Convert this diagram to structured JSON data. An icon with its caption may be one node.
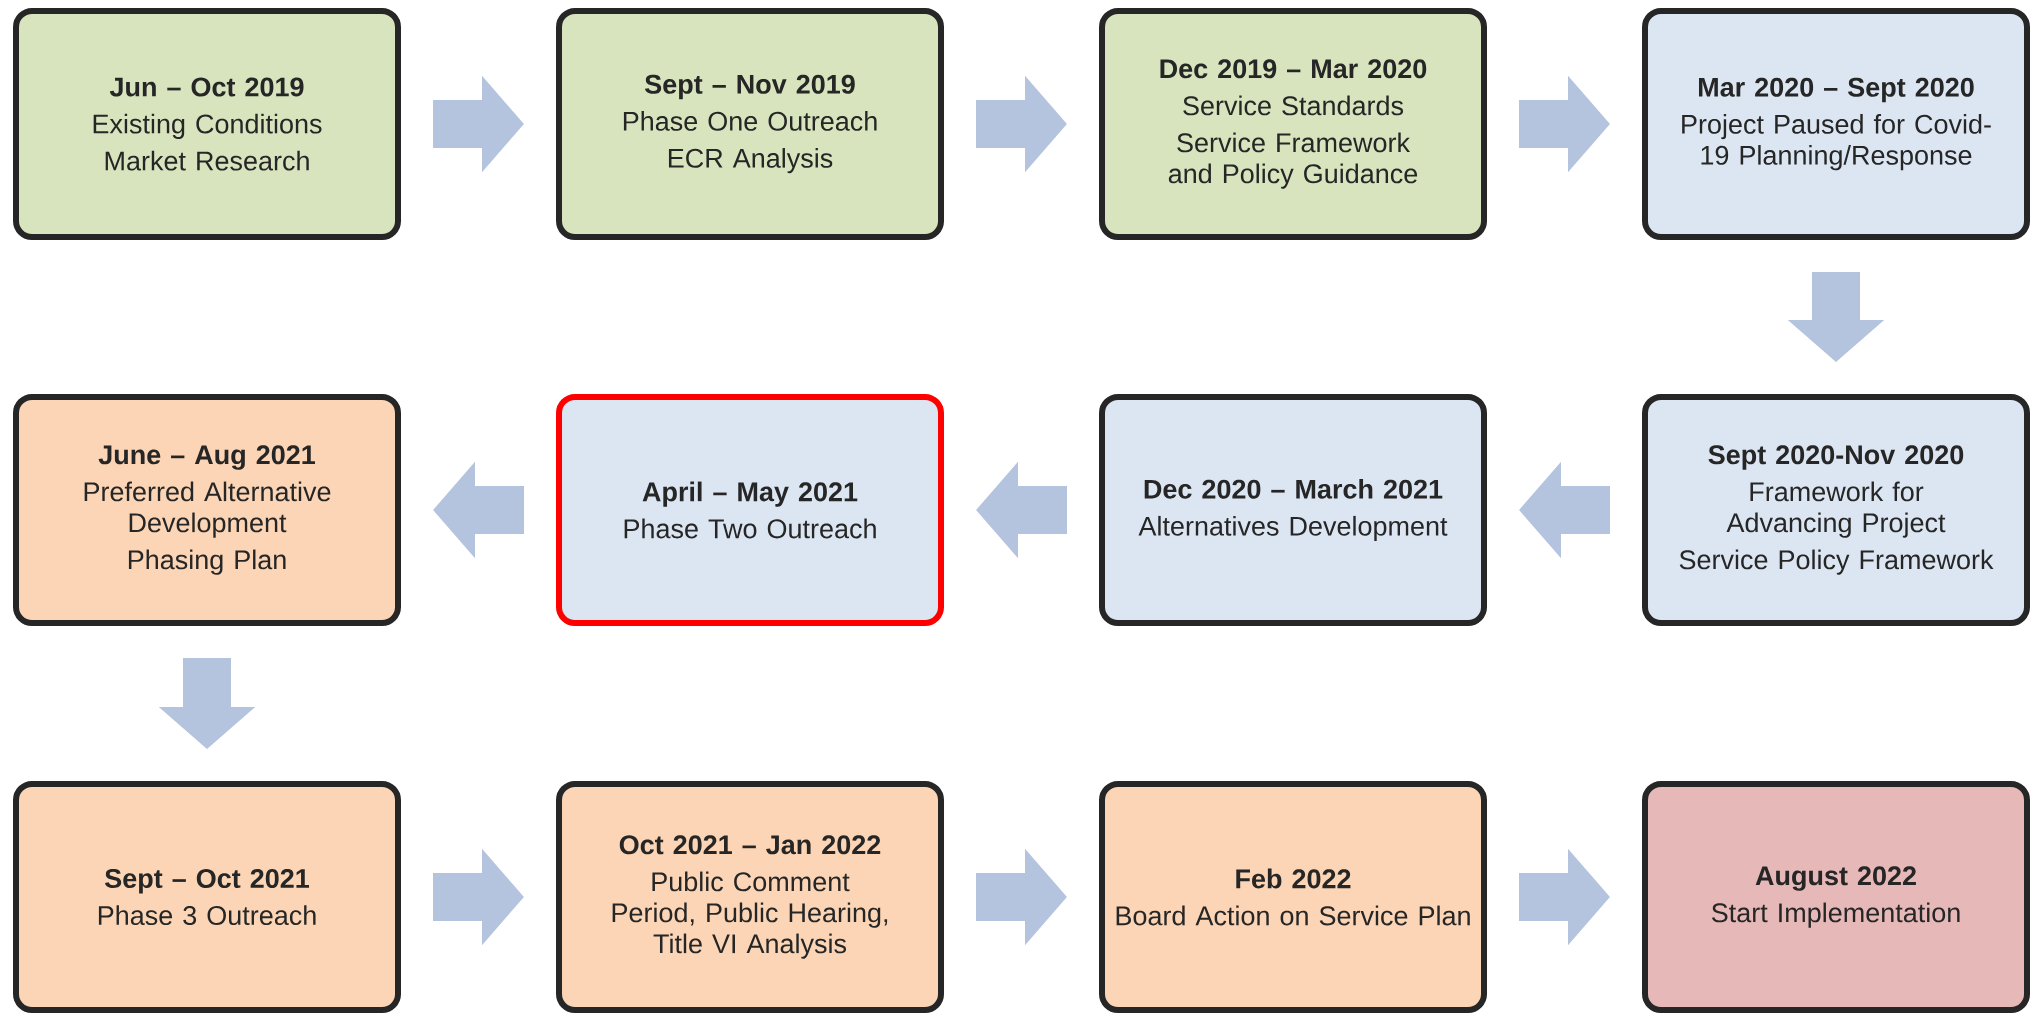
{
  "diagram": {
    "nodes": [
      {
        "text": [
          "Jun – Oct 2019",
          "Existing Conditions",
          "Market Research"
        ]
      },
      {
        "text": [
          "Sept – Nov 2019",
          "Phase One Outreach",
          "ECR Analysis"
        ]
      },
      {
        "text": [
          "Dec 2019 –  Mar 2020",
          "Service Standards",
          "Service Framework and Policy Guidance"
        ]
      },
      {
        "text": [
          "Mar 2020 – Sept 2020",
          "Project Paused for Covid-19 Planning/Response"
        ]
      },
      {
        "text": [
          "June – Aug 2021",
          "Preferred Alternative Development",
          "Phasing Plan"
        ]
      },
      {
        "text": [
          "April – May 2021",
          "Phase Two Outreach"
        ]
      },
      {
        "text": [
          "Dec 2020 – March 2021",
          "Alternatives Development"
        ]
      },
      {
        "text": [
          "Sept 2020-Nov 2020",
          "Framework for Advancing  Project",
          "Service Policy Framework"
        ]
      },
      {
        "text": [
          "Sept – Oct 2021",
          "Phase 3 Outreach"
        ]
      },
      {
        "text": [
          "Oct 2021 – Jan 2022",
          "Public Comment Period, Public Hearing, Title VI Analysis"
        ]
      },
      {
        "text": [
          "Feb 2022",
          "Board Action on Service Plan"
        ]
      },
      {
        "text": [
          "August 2022",
          "Start Implementation"
        ]
      }
    ],
    "edges": [
      {
        "from": 0,
        "to": 1,
        "arrow": "to"
      },
      {
        "from": 1,
        "to": 2,
        "arrow": "to"
      },
      {
        "from": 2,
        "to": 3,
        "arrow": "to"
      },
      {
        "from": 3,
        "to": 7,
        "arrow": "to"
      },
      {
        "from": 7,
        "to": 6,
        "arrow": "to"
      },
      {
        "from": 6,
        "to": 5,
        "arrow": "to"
      },
      {
        "from": 5,
        "to": 4,
        "arrow": "to"
      },
      {
        "from": 4,
        "to": 8,
        "arrow": "to"
      },
      {
        "from": 8,
        "to": 9,
        "arrow": "to"
      },
      {
        "from": 9,
        "to": 10,
        "arrow": "to"
      },
      {
        "from": 10,
        "to": 11,
        "arrow": "to"
      }
    ]
  }
}
